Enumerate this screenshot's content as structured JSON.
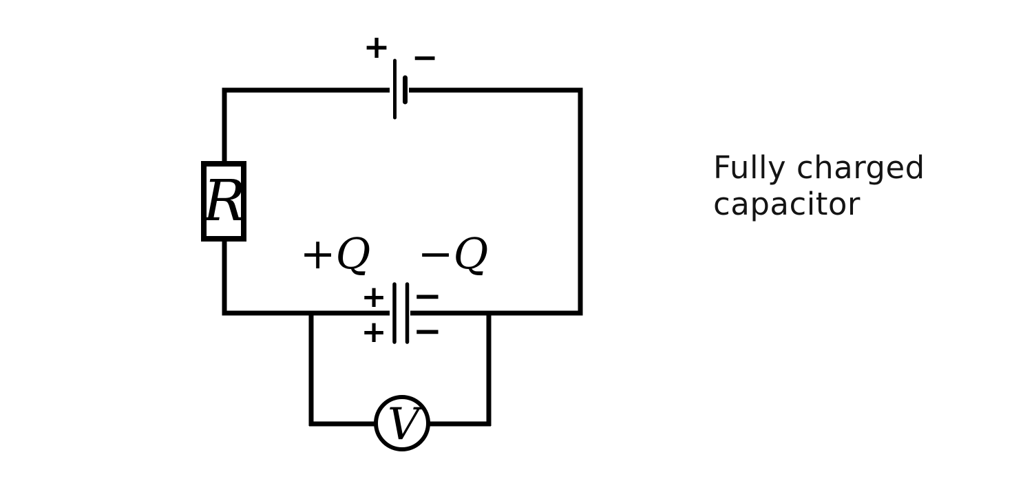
{
  "diagram": {
    "caption": "Fully charged\ncapacitor",
    "colors": {
      "stroke": "#000000",
      "background": "#ffffff",
      "caption_text": "#141414"
    },
    "battery": {
      "positive_label": "+",
      "negative_label": "−"
    },
    "resistor": {
      "label": "R"
    },
    "capacitor": {
      "positive_charge_label": "+Q",
      "negative_charge_label": "−Q",
      "plate_plus_signs": [
        "+",
        "+"
      ],
      "plate_minus_signs": [
        "−",
        "−"
      ]
    },
    "voltmeter": {
      "label": "V"
    }
  }
}
